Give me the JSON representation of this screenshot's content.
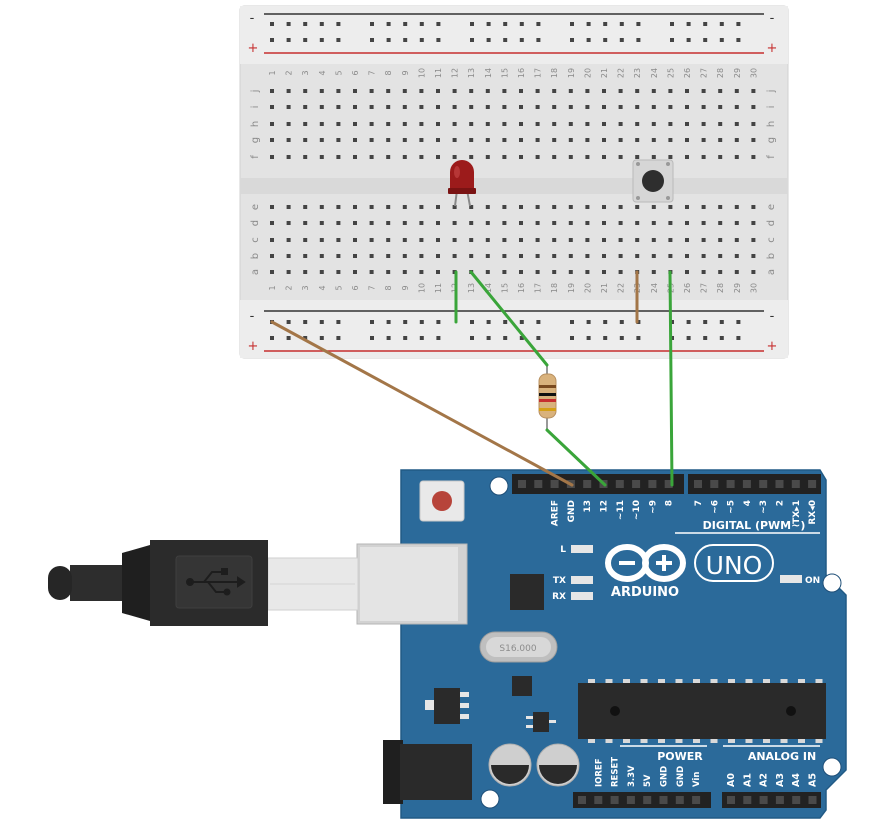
{
  "breadboard": {
    "columns": [
      "1",
      "2",
      "3",
      "4",
      "5",
      "6",
      "7",
      "8",
      "9",
      "10",
      "11",
      "12",
      "13",
      "14",
      "15",
      "16",
      "17",
      "18",
      "19",
      "20",
      "21",
      "22",
      "23",
      "24",
      "25",
      "26",
      "27",
      "28",
      "29",
      "30"
    ],
    "top_rows": [
      "j",
      "i",
      "h",
      "g",
      "f"
    ],
    "bottom_rows": [
      "e",
      "d",
      "c",
      "b",
      "a"
    ],
    "rail_minus": "-",
    "rail_plus": "+"
  },
  "arduino": {
    "brand": "ARDUINO",
    "model": "UNO",
    "digital_label": "DIGITAL (PWM~)",
    "digital_pins": [
      "AREF",
      "GND",
      "13",
      "12",
      "~11",
      "~10",
      "~9",
      "8",
      "7",
      "~6",
      "~5",
      "4",
      "~3",
      "2",
      "TX▸1",
      "RX◂0"
    ],
    "power_label": "POWER",
    "power_pins": [
      "IOREF",
      "RESET",
      "3.3V",
      "5V",
      "GND",
      "GND",
      "Vin"
    ],
    "analog_label": "ANALOG IN",
    "analog_pins": [
      "A0",
      "A1",
      "A2",
      "A3",
      "A4",
      "A5"
    ],
    "led_labels": [
      "L",
      "TX",
      "RX"
    ],
    "on_label": "ON",
    "crystal_text": "S16.000"
  },
  "colors": {
    "board_blue": "#2b6a9a",
    "breadboard": "#e6e6e6",
    "rail_red": "#c62f2f",
    "wire_green": "#3aa53a",
    "wire_brown": "#a37648",
    "led_red": "#a01a1a"
  }
}
